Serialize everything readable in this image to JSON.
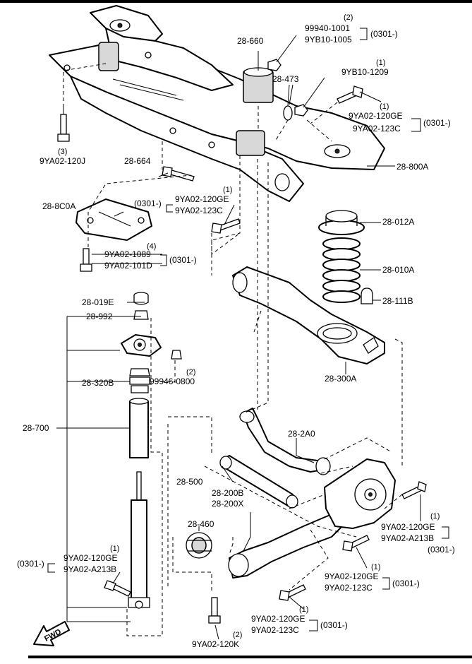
{
  "labels": {
    "p28_660": "28-660",
    "p99940_1001": "99940-1001",
    "p9yb10_1005": "9YB10-1005",
    "q2_top": "(2)",
    "d0301_top": "(0301-)",
    "p28_473": "28-473",
    "q1_9yb": "(1)",
    "p9yb10_1209": "9YB10-1209",
    "q1_a": "(1)",
    "p9ya02_120ge_a": "9YA02-120GE",
    "p9ya02_123c_a": "9YA02-123C",
    "d0301_a": "(0301-)",
    "q3": "(3)",
    "p9ya02_120j": "9YA02-120J",
    "p28_664": "28-664",
    "p28_800a": "28-800A",
    "q1_b": "(1)",
    "d0301_b": "(0301-)",
    "p9ya02_120ge_b": "9YA02-120GE",
    "p9ya02_123c_b": "9YA02-123C",
    "p28_8c0a": "28-8C0A",
    "p28_012a": "28-012A",
    "q4": "(4)",
    "p9ya02_1089": "9YA02-1089",
    "p9ya02_101d": "9YA02-101D",
    "d0301_c": "(0301-)",
    "p28_010a": "28-010A",
    "p28_019e": "28-019E",
    "p28_111b": "28-111B",
    "p28_992": "28-992",
    "q2_nut": "(2)",
    "p99946_0800": "99946-0800",
    "p28_320b": "28-320B",
    "p28_300a": "28-300A",
    "p28_700": "28-700",
    "p28_2a0": "28-2A0",
    "p28_500": "28-500",
    "p28_200b": "28-200B",
    "p28_200x": "28-200X",
    "p28_460": "28-460",
    "q1_c": "(1)",
    "p9ya02_120ge_c": "9YA02-120GE",
    "p9ya02_a213b_c": "9YA02-A213B",
    "d0301_c2": "(0301-)",
    "d0301_d": "(0301-)",
    "q1_d": "(1)",
    "p9ya02_120ge_d": "9YA02-120GE",
    "p9ya02_a213b_d": "9YA02-A213B",
    "q1_e": "(1)",
    "p9ya02_120ge_e": "9YA02-120GE",
    "p9ya02_123c_e": "9YA02-123C",
    "d0301_e": "(0301-)",
    "q1_f": "(1)",
    "p9ya02_120ge_f": "9YA02-120GE",
    "p9ya02_123c_f": "9YA02-123C",
    "d0301_f": "(0301-)",
    "q2_k": "(2)",
    "p9ya02_120k": "9YA02-120K",
    "fwd": "FWD"
  }
}
